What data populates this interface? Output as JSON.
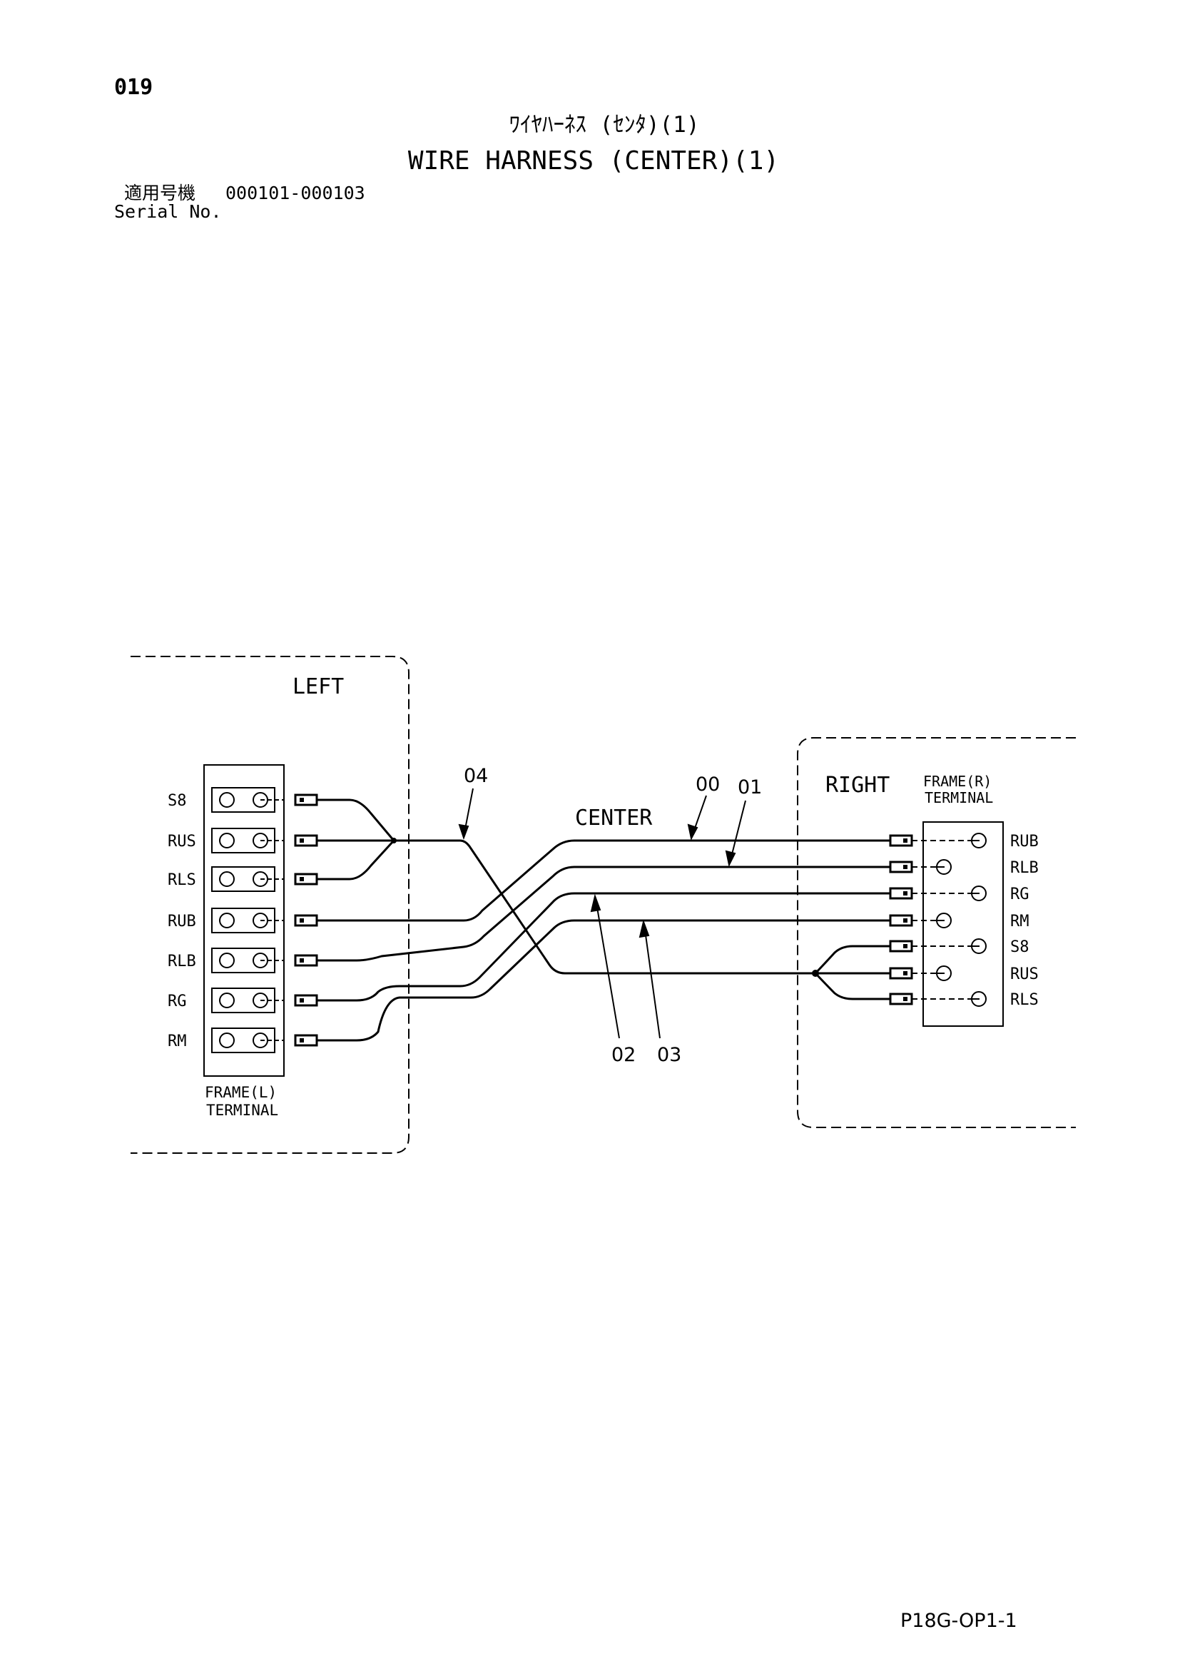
{
  "header": {
    "page_number": "019",
    "title_jp": "ﾜｲﾔﾊｰﾈｽ (ｾﾝﾀ)(1)",
    "title_en": "WIRE HARNESS (CENTER)(1)",
    "serial_label_jp": "適用号機",
    "serial_label_en": "Serial No.",
    "serial_range": "000101-000103"
  },
  "diagram": {
    "left_label": "LEFT",
    "right_label": "RIGHT",
    "center_label": "CENTER",
    "left_terminal_label": [
      "FRAME(L)",
      "TERMINAL"
    ],
    "right_terminal_label": [
      "FRAME(R)",
      "TERMINAL"
    ],
    "left_terminals": [
      "S8",
      "RUS",
      "RLS",
      "RUB",
      "RLB",
      "RG",
      "RM"
    ],
    "right_terminals": [
      "RUB",
      "RLB",
      "RG",
      "RM",
      "S8",
      "RUS",
      "RLS"
    ],
    "callouts": [
      "04",
      "00",
      "01",
      "02",
      "03"
    ]
  },
  "footer": {
    "code": "P18G-OP1-1"
  }
}
